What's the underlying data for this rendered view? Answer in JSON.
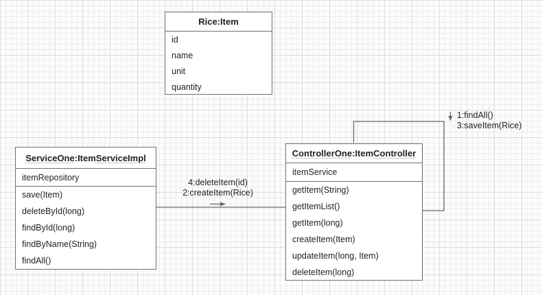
{
  "colors": {
    "canvas_bg": "#fcfcfc",
    "grid_minor": "#ececec",
    "grid_major": "#dcdcdc",
    "box_border": "#6f6f6f",
    "box_bg": "#ffffff",
    "text": "#1f1f1f",
    "edge": "#686868"
  },
  "boxes": {
    "rice": {
      "title": "Rice:Item",
      "attributes": [
        "id",
        "name",
        "unit",
        "quantity"
      ]
    },
    "service": {
      "title_parts": [
        {
          "text": "ServiceOne"
        },
        {
          "text": ":Item"
        },
        {
          "text": "ServiceImpl"
        }
      ],
      "attribute": "itemRepository",
      "methods": [
        "save(Item)",
        "deleteById(long)",
        "findById(long)",
        "findByName(String)",
        "findAll()"
      ]
    },
    "controller": {
      "title_parts": [
        {
          "text": "ControllerOne"
        },
        {
          "text": ":Item"
        },
        {
          "text": "Controller"
        }
      ],
      "attribute": "itemService",
      "methods": [
        "getItem(String)",
        "getItemList()",
        "getItem(long)",
        "createItem(Item)",
        "updateItem(long, Item)",
        "deleteItem(long)"
      ]
    }
  },
  "connectors": {
    "main": {
      "labels": [
        "4:deleteItem(id)",
        "2:createItem(Rice)"
      ]
    },
    "loop": {
      "labels": [
        "1:findAll()",
        "3:saveItem(Rice)"
      ]
    }
  }
}
